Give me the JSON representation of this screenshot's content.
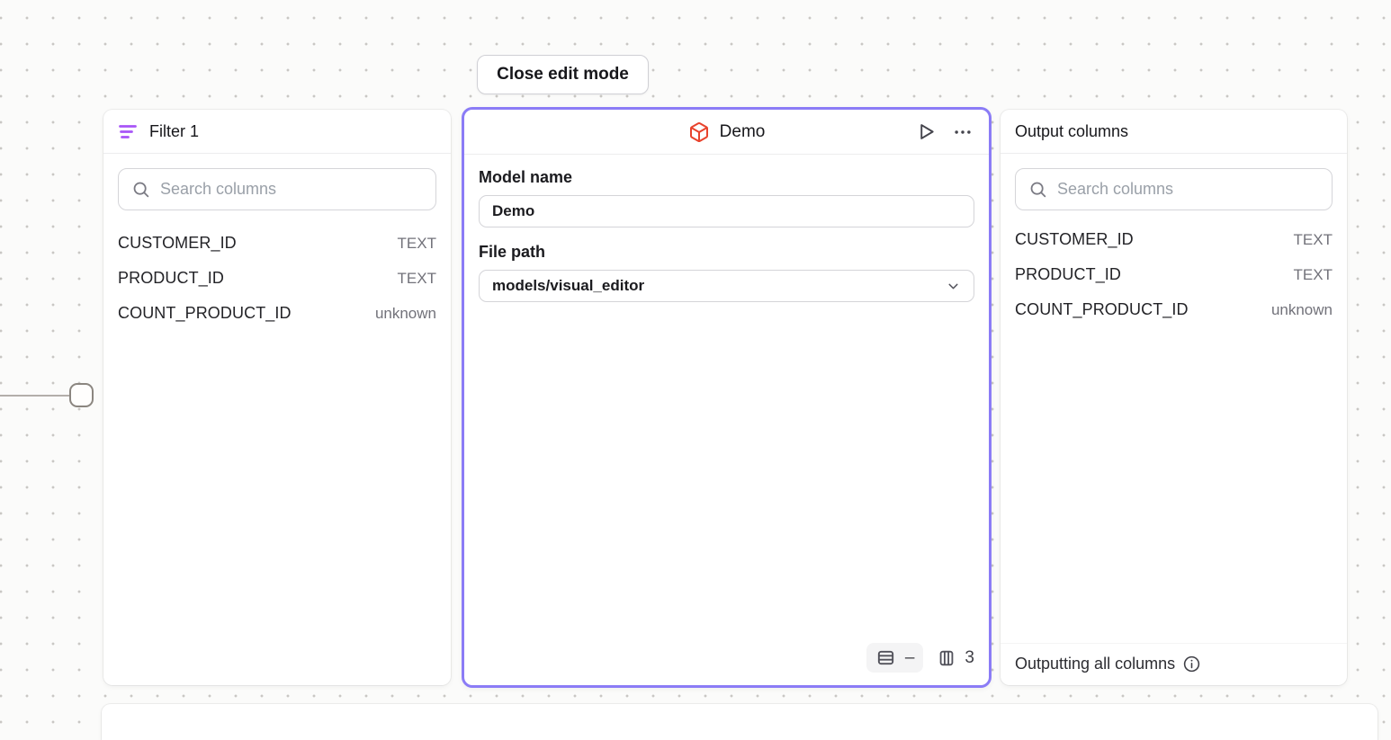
{
  "toolbar": {
    "close_edit_mode_label": "Close edit mode"
  },
  "filter_panel": {
    "title": "Filter 1",
    "search_placeholder": "Search columns",
    "columns": [
      {
        "name": "CUSTOMER_ID",
        "type": "TEXT"
      },
      {
        "name": "PRODUCT_ID",
        "type": "TEXT"
      },
      {
        "name": "COUNT_PRODUCT_ID",
        "type": "unknown"
      }
    ]
  },
  "model_panel": {
    "title": "Demo",
    "fields": {
      "model_name_label": "Model name",
      "model_name_value": "Demo",
      "file_path_label": "File path",
      "file_path_value": "models/visual_editor"
    },
    "stats": {
      "row_count": "–",
      "column_count": "3"
    }
  },
  "output_panel": {
    "title": "Output columns",
    "search_placeholder": "Search columns",
    "columns": [
      {
        "name": "CUSTOMER_ID",
        "type": "TEXT"
      },
      {
        "name": "PRODUCT_ID",
        "type": "TEXT"
      },
      {
        "name": "COUNT_PRODUCT_ID",
        "type": "unknown"
      }
    ],
    "footer_text": "Outputting all columns"
  },
  "colors": {
    "selection_purple": "#8b7cf6",
    "filter_icon_purple": "#a855f7",
    "model_icon_orange": "#e8432d"
  }
}
